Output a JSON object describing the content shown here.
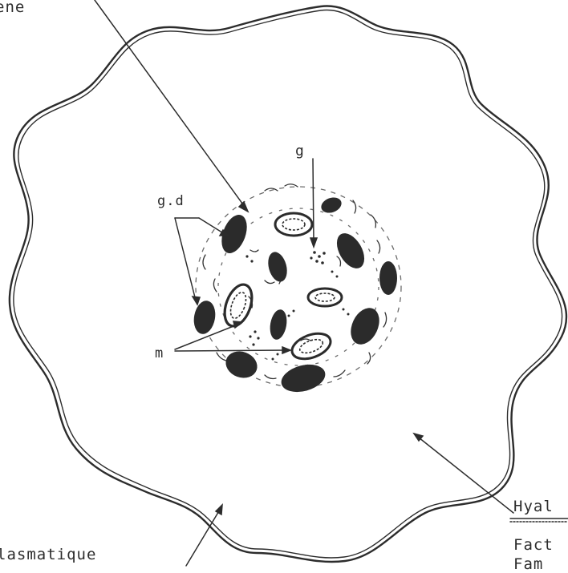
{
  "labels": {
    "top_left": "ene",
    "g": "g",
    "gd": "g.d",
    "m": "m",
    "hyal": "Hyal",
    "fact": "Fact",
    "fact_cont": "Fam",
    "plasmatique": "lasmatique"
  },
  "colors": {
    "ink": "#2c2c2c",
    "paper": "#ffffff"
  }
}
